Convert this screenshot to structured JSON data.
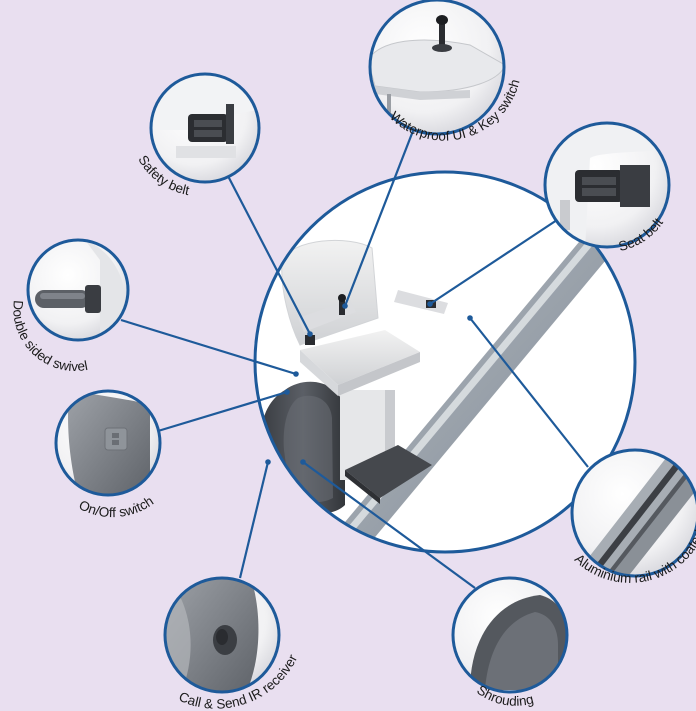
{
  "diagram": {
    "background": "#e9dff0",
    "accent": "#1e5a9a",
    "center_image": "stairlift-with-rail",
    "callouts": [
      {
        "id": "waterproof-ui",
        "text": "Waterproof UI & Key switch",
        "icon": "joystick-control-icon"
      },
      {
        "id": "safety-belt",
        "text": "Safety  belt",
        "icon": "belt-buckle-icon"
      },
      {
        "id": "seat-belt",
        "text": "Seat  belt",
        "icon": "belt-buckle-icon"
      },
      {
        "id": "double-swivel",
        "text": "Double sided swivel",
        "icon": "swivel-lever-icon"
      },
      {
        "id": "on-off-switch",
        "text": "On/Off switch",
        "icon": "power-switch-icon"
      },
      {
        "id": "aluminium-rail",
        "text": "Aluminium rail with coated rack",
        "icon": "rail-rack-icon"
      },
      {
        "id": "ir-receiver",
        "text": "Call & Send IR receiver",
        "icon": "ir-sensor-icon"
      },
      {
        "id": "shrouding",
        "text": "Shrouding",
        "icon": "shroud-icon"
      }
    ]
  }
}
